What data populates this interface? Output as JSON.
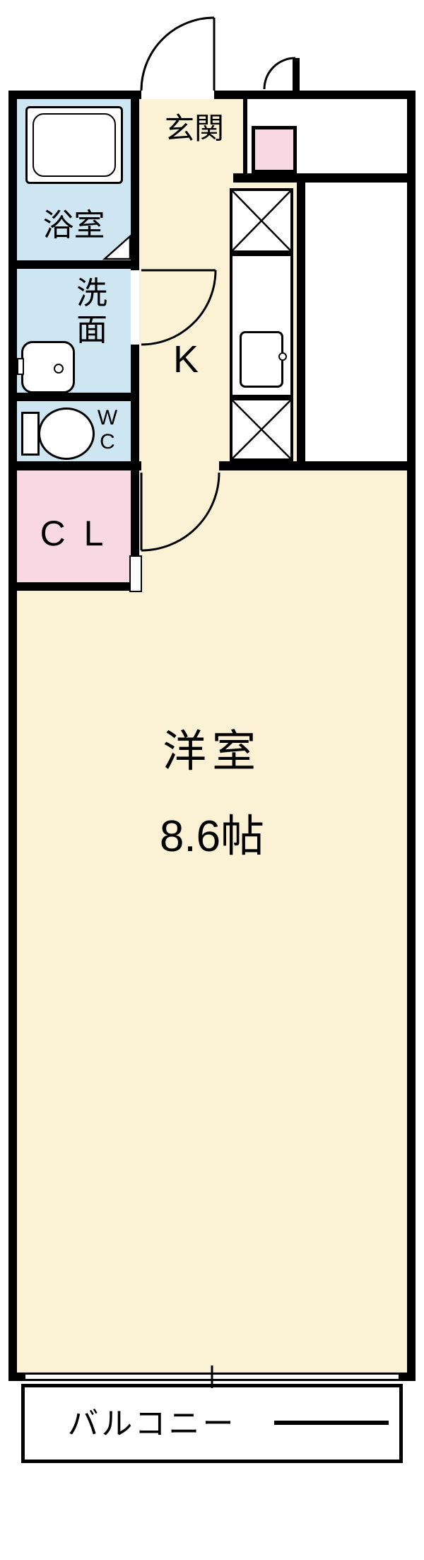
{
  "colors": {
    "wall": "#000000",
    "room_cream": "#FBF2D6",
    "wet_blue": "#CEE5F2",
    "closet_pink": "#F8D8E2",
    "fixture_white": "#FFFFFF"
  },
  "rooms": {
    "entrance": {
      "label": "玄関"
    },
    "bathroom": {
      "label": "浴室"
    },
    "washroom": {
      "char1": "洗",
      "char2": "面"
    },
    "toilet": {
      "char1": "W",
      "char2": "C"
    },
    "closet": {
      "label": "C L"
    },
    "kitchen": {
      "label": "K"
    },
    "main_room": {
      "label": "洋室",
      "size": "8.6帖"
    },
    "balcony": {
      "label": "バルコニー"
    }
  }
}
